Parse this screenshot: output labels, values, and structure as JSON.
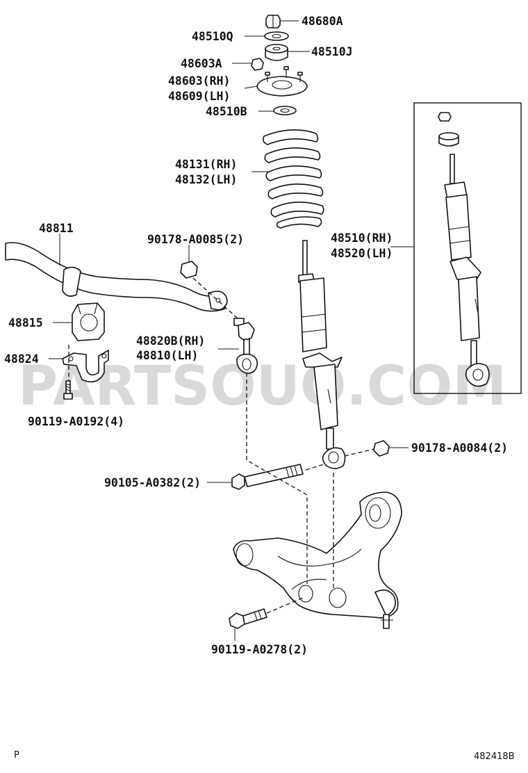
{
  "watermark": "PARTSOUQ.COM",
  "footer": {
    "left": "P",
    "right": "482418B"
  },
  "labels": {
    "p48680A": "48680A",
    "p48510Q": "48510Q",
    "p48510J": "48510J",
    "p48603A": "48603A",
    "p48603": "48603(RH)",
    "p48609": "48609(LH)",
    "p48510B": "48510B",
    "p48131": "48131(RH)",
    "p48132": "48132(LH)",
    "p48811": "48811",
    "p90178_85": "90178-A0085(2)",
    "p48815": "48815",
    "p48820B": "48820B(RH)",
    "p48810": "48810(LH)",
    "p48824": "48824",
    "p48510": "48510(RH)",
    "p48520": "48520(LH)",
    "p90119_192": "90119-A0192(4)",
    "p90178_84": "90178-A0084(2)",
    "p90105": "90105-A0382(2)",
    "p90119_278": "90119-A0278(2)"
  }
}
